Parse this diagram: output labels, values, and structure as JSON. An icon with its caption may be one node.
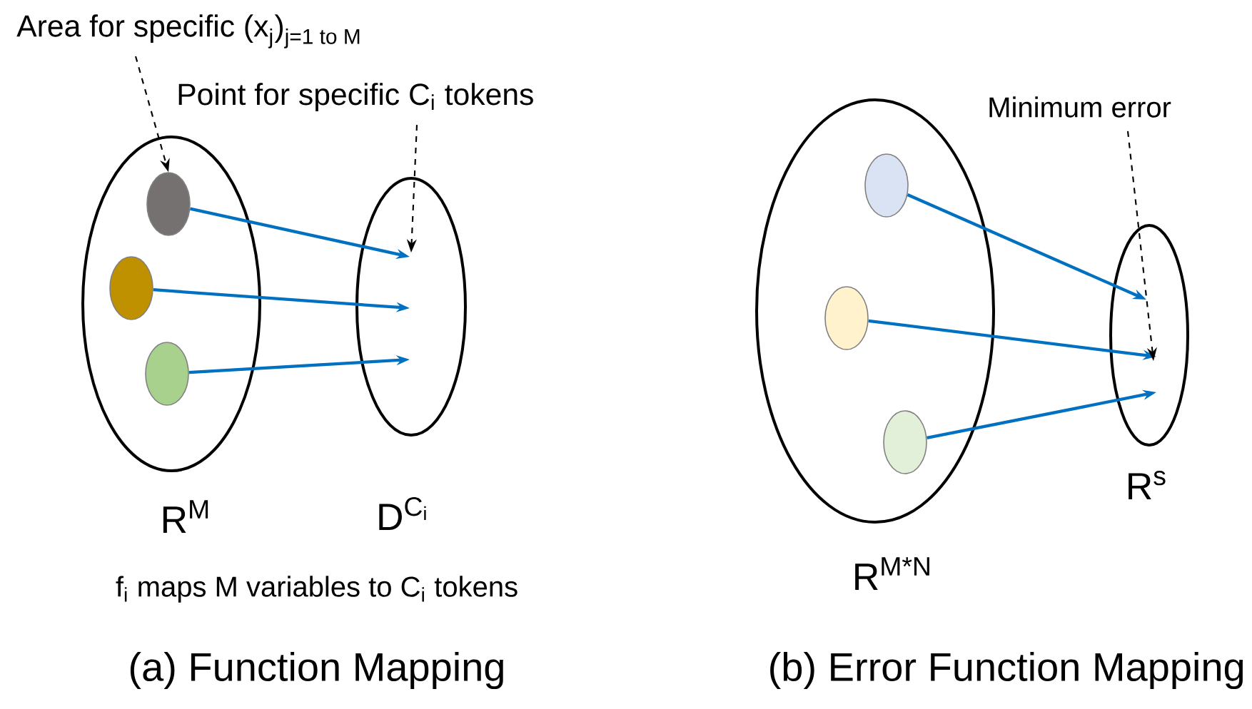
{
  "diagram": {
    "nodes": [
      {
        "text": [],
        "shape": "ellipse",
        "beside": [
          "R$^{M}$"
        ]
      },
      {
        "text": [],
        "shape": "ellipse",
        "beside": [
          "\\mathrm{D}^{\\mathrm{C}_{\\mathrm{i}}}"
        ]
      },
      {
        "text": [],
        "shape": "circle",
        "in": 0
      },
      {
        "text": [],
        "shape": "circle",
        "in": 0
      },
      {
        "text": [],
        "shape": "circle",
        "in": 0
      },
      {
        "text": [],
        "shape": "ellipse",
        "beside": [
          "R$^{M*N}$"
        ]
      },
      {
        "text": [],
        "shape": "circle",
        "in": 5
      },
      {
        "text": [],
        "shape": "circle",
        "in": 5
      },
      {
        "text": [],
        "shape": "circle",
        "in": 5
      },
      {
        "text": [],
        "shape": "ellipse",
        "beside": [
          "R$^{s}$"
        ]
      },
      {
        "text": [
          "\\text{Area for specific (x}_{\\text{j}}\\text{)}_{\\text{j=1 to M}}"
        ]
      },
      {
        "text": [
          "Point for specific C$_{i}$ tokens"
        ]
      },
      {
        "text": [
          "Minimum error"
        ]
      }
    ],
    "edges": [
      {
        "from": 2,
        "to": 1,
        "arrow": "to"
      },
      {
        "from": 3,
        "to": 1,
        "arrow": "to"
      },
      {
        "from": 4,
        "to": 1,
        "arrow": "to"
      },
      {
        "from": 6,
        "to": 9,
        "arrow": "to"
      },
      {
        "from": 7,
        "to": 9,
        "arrow": "to"
      },
      {
        "from": 8,
        "to": 9,
        "arrow": "to"
      },
      {
        "from": 10,
        "to": 2,
        "arrow": "to",
        "style": "dashed",
        "color": "#000000"
      },
      {
        "from": 11,
        "to": 1,
        "arrow": "to",
        "style": "dashed",
        "color": "#000000"
      },
      {
        "from": 12,
        "to": 9,
        "arrow": "to",
        "style": "dashed",
        "color": "#000000"
      }
    ],
    "labels": [
      "f$_{i}$ maps M variables to C$_{i}$ tokens",
      "(a) Function Mapping",
      "(b) Error Function Mapping"
    ]
  }
}
